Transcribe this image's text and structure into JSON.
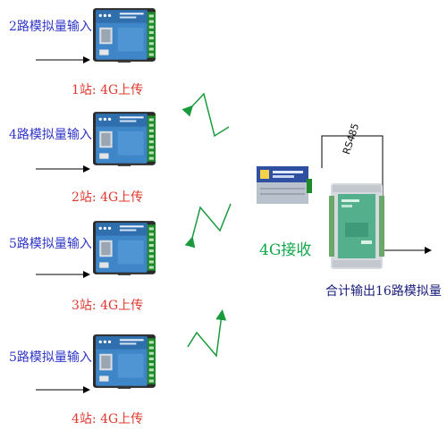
{
  "stations": [
    {
      "input_label": "2路模拟量输入",
      "upload_label": "1站: 4G上传"
    },
    {
      "input_label": "4路模拟量输入",
      "upload_label": "2站: 4G上传"
    },
    {
      "input_label": "5路模拟量输入",
      "upload_label": "3站: 4G上传"
    },
    {
      "input_label": "5路模拟量输入",
      "upload_label": "4站: 4G上传"
    }
  ],
  "receiver": {
    "label": "4G接收"
  },
  "bus": {
    "label": "RS485"
  },
  "output": {
    "label": "合计输出16路模拟量"
  },
  "colors": {
    "input_text": "#2f35c8",
    "upload_text": "#e0382f",
    "receive_text": "#11a84a",
    "output_text": "#1a1e7a",
    "signal": "#1a9a3c",
    "device_blue": "#3a7fc0",
    "terminal_green": "#1e8a2a"
  },
  "icons": [
    "lightning-signal-icon",
    "arrow-right-icon"
  ]
}
